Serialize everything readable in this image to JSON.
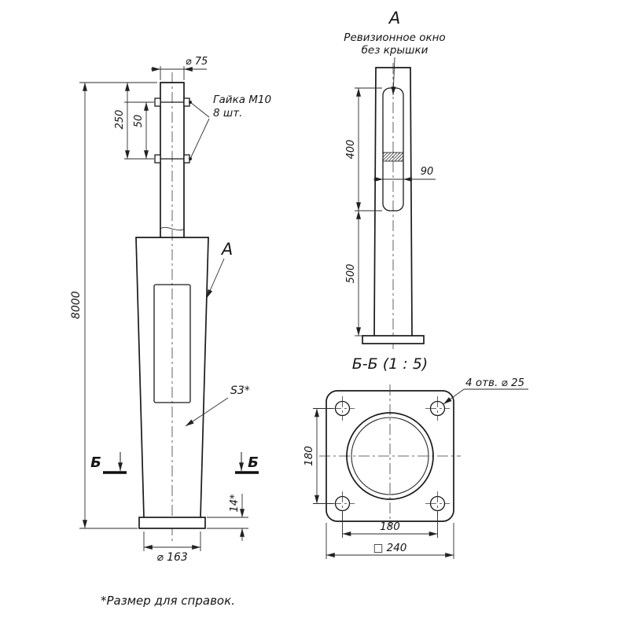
{
  "colors": {
    "ink": "#1a1a1a",
    "background": "#ffffff"
  },
  "footnote": "*Размер для справок.",
  "main": {
    "dia75": "⌀ 75",
    "nut1": "Гайка М10",
    "nut2": "8 шт.",
    "d250": "250",
    "d50": "50",
    "d8000": "8000",
    "labelA": "А",
    "s3": "S3*",
    "secL": "Б",
    "secR": "Б",
    "d14": "14*",
    "dia163": "⌀ 163"
  },
  "viewA": {
    "title": "А",
    "sub1": "Ревизионное окно",
    "sub2": "без крышки",
    "d400": "400",
    "d90": "90",
    "d500": "500"
  },
  "sectionBB": {
    "title": "Б-Б (1 : 5)",
    "holes": "4 отв. ⌀ 25",
    "d180v": "180",
    "d180h": "180",
    "d240": "□ 240"
  }
}
